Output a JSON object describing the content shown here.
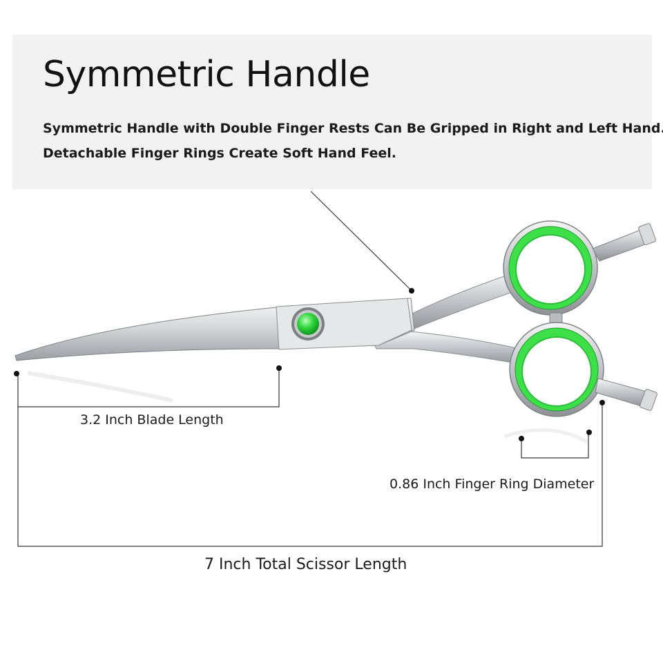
{
  "header": {
    "title": "Symmetric Handle",
    "description_line_1": "Symmetric Handle with Double Finger Rests Can Be Gripped in Right and Left Hand.",
    "description_line_2": "Detachable Finger Rings Create Soft Hand Feel."
  },
  "dimensions": {
    "blade_length": "3.2 Inch Blade Length",
    "finger_ring_diameter": "0.86 Inch Finger Ring Diameter",
    "total_length": "7 Inch Total Scissor Length"
  },
  "colors": {
    "panel_background": "#f2f2f2",
    "ring_insert": "#3ee04a",
    "steel": "#c9ccd0",
    "text": "#111111"
  },
  "icons": {
    "product": "scissors-illustration",
    "pivot": "pivot-screw-icon"
  }
}
